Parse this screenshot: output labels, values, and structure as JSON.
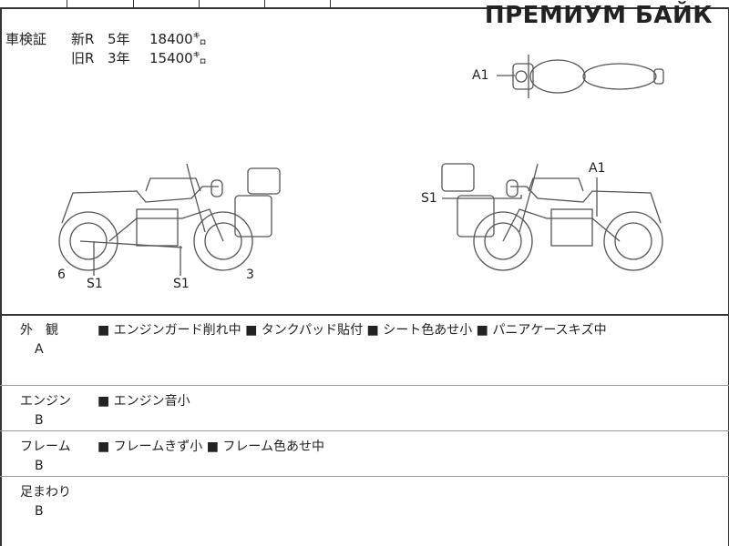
{
  "brand": "ПРЕМИУМ БАЙК",
  "registration": {
    "label": "車検証",
    "rows": [
      {
        "type": "新R",
        "years": "5年",
        "price": "18400㌔"
      },
      {
        "type": "旧R",
        "years": "3年",
        "price": "15400㌔"
      }
    ]
  },
  "diagram_labels": {
    "top_view": "A1",
    "left_rear": "6",
    "left_s1a": "S1",
    "left_s1b": "S1",
    "left_front": "3",
    "right_s1": "S1",
    "right_a1": "A1"
  },
  "sections": [
    {
      "name": "外　観",
      "grade": "A",
      "items": "■ エンジンガード削れ中 ■ タンクパッド貼付 ■ シート色あせ小 ■ パニアケースキズ中"
    },
    {
      "name": "エンジン",
      "grade": "B",
      "items": "■ エンジン音小"
    },
    {
      "name": "フレーム",
      "grade": "B",
      "items": "■ フレームきず小 ■ フレーム色あせ中"
    },
    {
      "name": "足まわり",
      "grade": "B",
      "items": ""
    }
  ]
}
